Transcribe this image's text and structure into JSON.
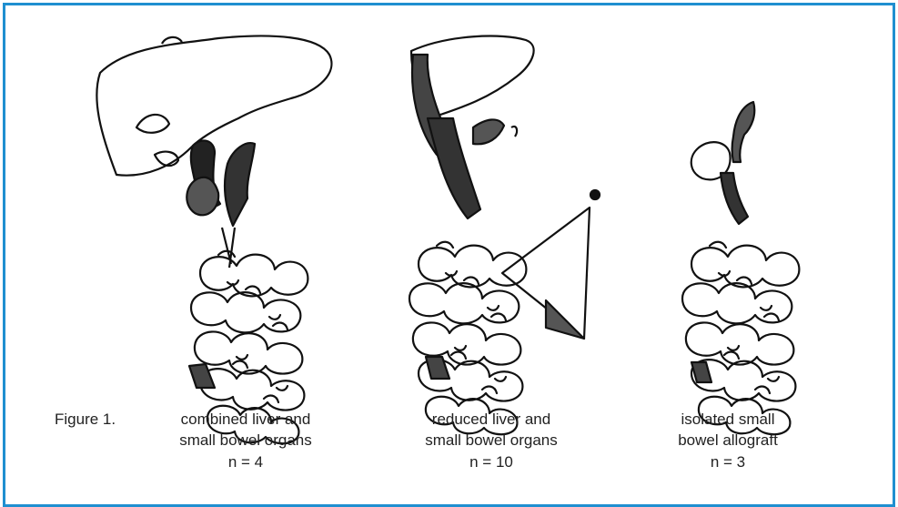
{
  "frame_color": "#1f8fd0",
  "figure": {
    "prefix": "Figure 1.",
    "panels": [
      {
        "line1": "combined liver and",
        "line2": "small bowel organs",
        "n": "n = 4"
      },
      {
        "line1": "reduced liver and",
        "line2": "small bowel organs",
        "n": "n = 10"
      },
      {
        "line1": "isolated small",
        "line2": "bowel allograft",
        "n": "n = 3"
      }
    ]
  }
}
